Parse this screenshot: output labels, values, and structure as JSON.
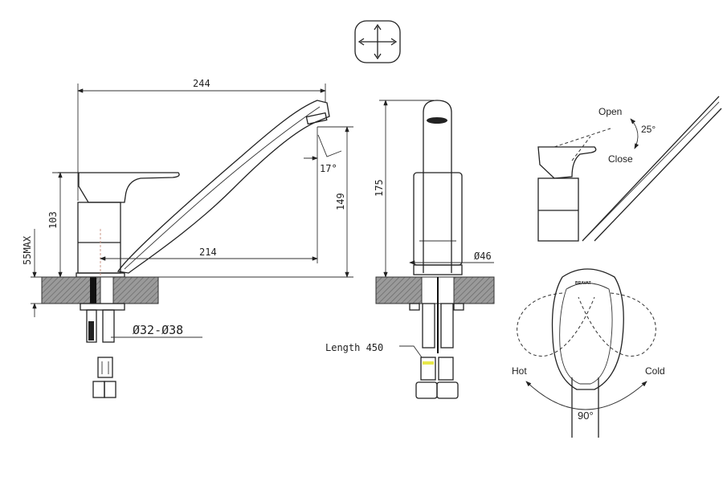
{
  "dimensions": {
    "overall_length": "244",
    "spout_angle": "17°",
    "spout_height": "149",
    "body_height": "103",
    "max_counter_thickness": "55MAX",
    "spout_reach": "214",
    "hole_diameter": "Ø32-Ø38",
    "total_height": "175",
    "base_diameter": "Ø46",
    "hose_length": "Length 450"
  },
  "lever_side": {
    "open": "Open",
    "close": "Close",
    "angle": "25°"
  },
  "lever_top": {
    "hot": "Hot",
    "cold": "Cold",
    "angle": "90°",
    "brand": "BRAVAT"
  },
  "icons": [
    "cross-arrows-symbol-icon"
  ]
}
